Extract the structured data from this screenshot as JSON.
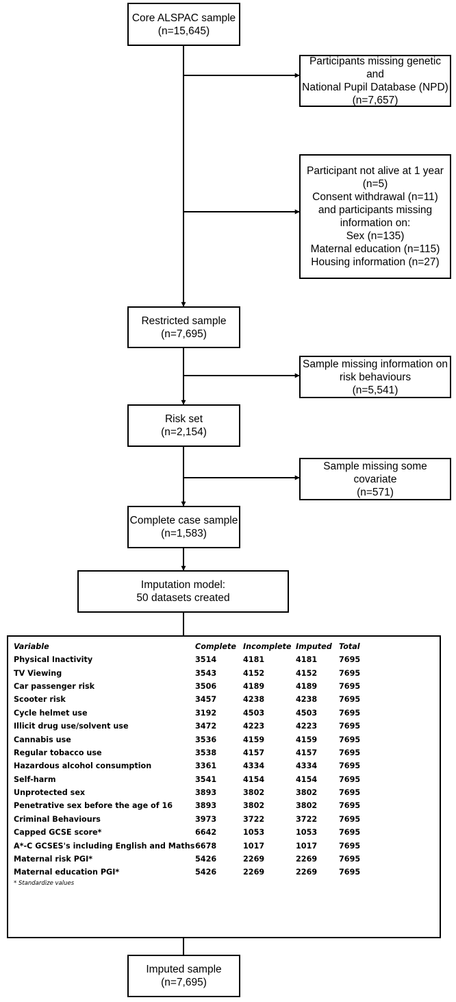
{
  "boxes": {
    "core": [
      "Core ALSPAC sample",
      "(n=15,645)"
    ],
    "excl1": [
      "Participants missing genetic and",
      "National Pupil Database (NPD)",
      "(n=7,657)"
    ],
    "excl2": [
      "Participant not alive at 1 year",
      "(n=5)",
      "Consent withdrawal (n=11)",
      "and participants missing",
      "information on:",
      "Sex (n=135)",
      "Maternal education (n=115)",
      "Housing information (n=27)"
    ],
    "restricted": [
      "Restricted sample",
      "(n=7,695)"
    ],
    "excl3": [
      "Sample missing information on",
      "risk behaviours",
      "(n=5,541)"
    ],
    "risk": [
      "Risk set",
      "(n=2,154)"
    ],
    "excl4": [
      "Sample missing some covariate",
      "(n=571)"
    ],
    "complete": [
      "Complete case sample",
      "(n=1,583)"
    ],
    "imputation": [
      "Imputation model:",
      "50 datasets created"
    ],
    "imputed": [
      "Imputed sample",
      "(n=7,695)"
    ]
  },
  "table": {
    "headers": [
      "Variable",
      "Complete",
      "Incomplete",
      "Imputed",
      "Total"
    ],
    "rows": [
      [
        "Physical Inactivity",
        "3514",
        "4181",
        "4181",
        "7695"
      ],
      [
        "TV Viewing",
        "3543",
        "4152",
        "4152",
        "7695"
      ],
      [
        "Car passenger risk",
        "3506",
        "4189",
        "4189",
        "7695"
      ],
      [
        "Scooter risk",
        "3457",
        "4238",
        "4238",
        "7695"
      ],
      [
        "Cycle helmet use",
        "3192",
        "4503",
        "4503",
        "7695"
      ],
      [
        "Illicit drug use/solvent use",
        "3472",
        "4223",
        "4223",
        "7695"
      ],
      [
        "Cannabis use",
        "3536",
        "4159",
        "4159",
        "7695"
      ],
      [
        "Regular tobacco use",
        "3538",
        "4157",
        "4157",
        "7695"
      ],
      [
        "Hazardous alcohol consumption",
        "3361",
        "4334",
        "4334",
        "7695"
      ],
      [
        "Self-harm",
        "3541",
        "4154",
        "4154",
        "7695"
      ],
      [
        "Unprotected sex",
        "3893",
        "3802",
        "3802",
        "7695"
      ],
      [
        "Penetrative sex before the age of 16",
        "3893",
        "3802",
        "3802",
        "7695"
      ],
      [
        "Criminal Behaviours",
        "3973",
        "3722",
        "3722",
        "7695"
      ],
      [
        "Capped GCSE score*",
        "6642",
        "1053",
        "1053",
        "7695"
      ],
      [
        "A*-C GCSES's including English and Maths",
        "6678",
        "1017",
        "1017",
        "7695"
      ],
      [
        "Maternal risk PGI*",
        "5426",
        "2269",
        "2269",
        "7695"
      ],
      [
        "Maternal education PGI*",
        "5426",
        "2269",
        "2269",
        "7695"
      ]
    ],
    "footnote": "* Standardize values"
  }
}
